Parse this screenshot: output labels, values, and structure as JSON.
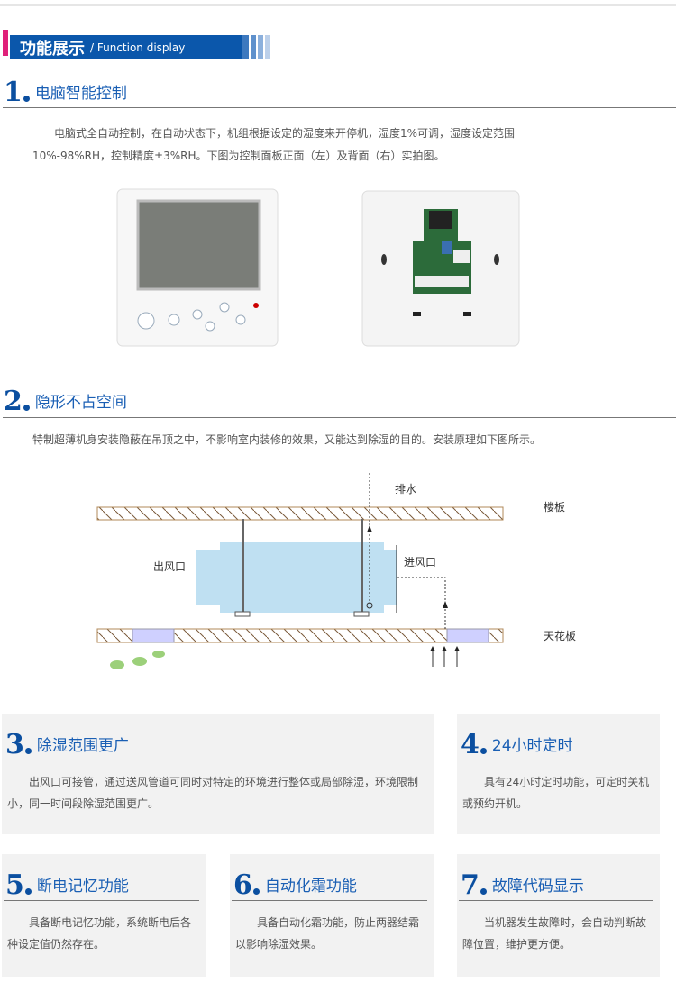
{
  "banner": {
    "title_cn": "功能展示",
    "separator": "/",
    "title_en": "Function display",
    "colors": {
      "pink": "#e0217a",
      "blue": "#0b57ab"
    }
  },
  "sections": [
    {
      "num": "1",
      "title": "电脑智能控制",
      "text_line1": "电脑式全自动控制，在自动状态下，机组根据设定的湿度来开停机，湿度1%可调，湿度设定范围",
      "text_line2": "10%-98%RH，控制精度±3%RH。下图为控制面板正面（左）及背面（右）实拍图。"
    },
    {
      "num": "2",
      "title": "隐形不占空间",
      "text": "特制超薄机身安装隐蔽在吊顶之中，不影响室内装修的效果，又能达到除湿的目的。安装原理如下图所示。"
    }
  ],
  "diagram": {
    "drain": "排水",
    "floor_slab": "楼板",
    "outlet": "出风口",
    "inlet": "进风口",
    "ceiling": "天花板"
  },
  "cards": [
    {
      "num": "3",
      "title": "除湿范围更广",
      "text": "出风口可接管，通过送风管道可同时对特定的环境进行整体或局部除湿，环境限制小，同一时间段除湿范围更广。"
    },
    {
      "num": "4",
      "title": "24小时定时",
      "text": "具有24小时定时功能，可定时关机或预约开机。"
    },
    {
      "num": "5",
      "title": "断电记忆功能",
      "text": "具备断电记忆功能，系统断电后各种设定值仍然存在。"
    },
    {
      "num": "6",
      "title": "自动化霜功能",
      "text": "具备自动化霜功能，防止两器结霜以影响除湿效果。"
    },
    {
      "num": "7",
      "title": "故障代码显示",
      "text": "当机器发生故障时，会自动判断故障位置，维护更方便。"
    }
  ]
}
